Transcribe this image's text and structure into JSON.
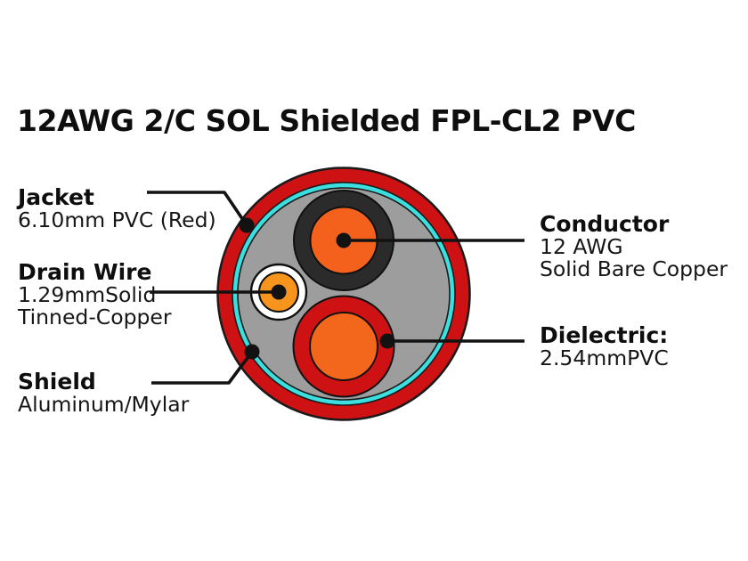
{
  "title": "12AWG 2/C SOL Shielded FPL-CL2 PVC",
  "diagram": {
    "type": "cable-cross-section",
    "callouts": {
      "jacket": {
        "heading": "Jacket",
        "lines": [
          "6.10mm PVC (Red)"
        ]
      },
      "drain_wire": {
        "heading": "Drain Wire",
        "lines": [
          "1.29mmSolid",
          "Tinned-Copper"
        ]
      },
      "shield": {
        "heading": "Shield",
        "lines": [
          "Aluminum/Mylar"
        ]
      },
      "conductor": {
        "heading": "Conductor",
        "lines": [
          "12 AWG",
          "Solid Bare Copper"
        ]
      },
      "dielectric": {
        "heading": "Dielectric:",
        "lines": [
          "2.54mmPVC"
        ]
      }
    },
    "colors": {
      "jacket_red": "#ce1214",
      "shield_cyan": "#3cdfe0",
      "filler_gray": "#9d9d9d",
      "insulation_black": "#2b2b2b",
      "conductor_orange": "#f3611d",
      "dielectric_red": "#ce1214",
      "dielectric_core_orange": "#f3671d",
      "drain_wire_white": "#ffffff",
      "drain_wire_orange": "#f7941e",
      "leader_line_black": "#121212"
    }
  }
}
